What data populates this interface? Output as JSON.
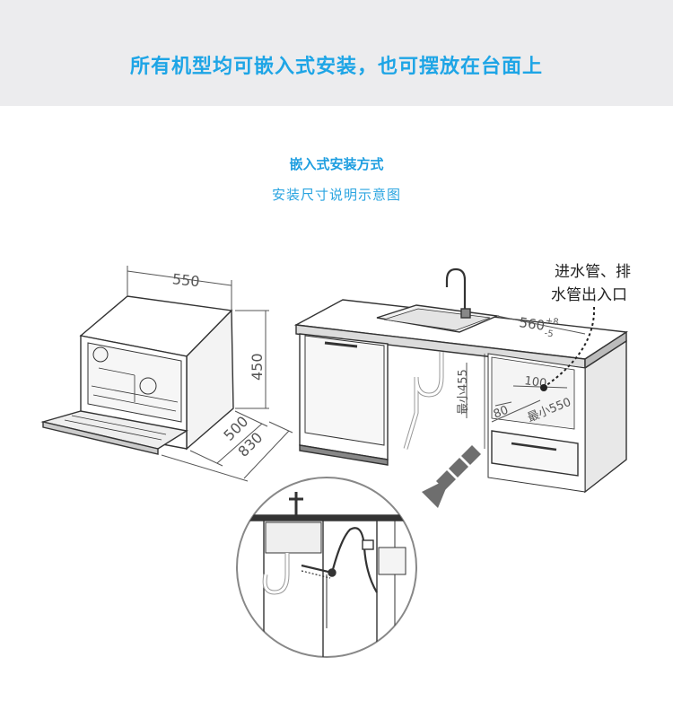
{
  "banner": {
    "title": "所有机型均可嵌入式安装，也可摆放在台面上"
  },
  "section": {
    "title": "嵌入式安装方式",
    "caption": "安装尺寸说明示意图"
  },
  "dishwasher": {
    "width_label": "550",
    "height_label": "450",
    "depth_label": "500",
    "open_depth_label": "830"
  },
  "cabinet": {
    "width_label": "560",
    "tolerance_plus": "+8",
    "tolerance_minus": "-5",
    "height_min_label": "最小455",
    "depth_min_label": "最小550",
    "dim_100_label": "100",
    "dim_80_label": "80"
  },
  "callout": {
    "line1": "进水管、排",
    "line2": "水管出入口"
  }
}
